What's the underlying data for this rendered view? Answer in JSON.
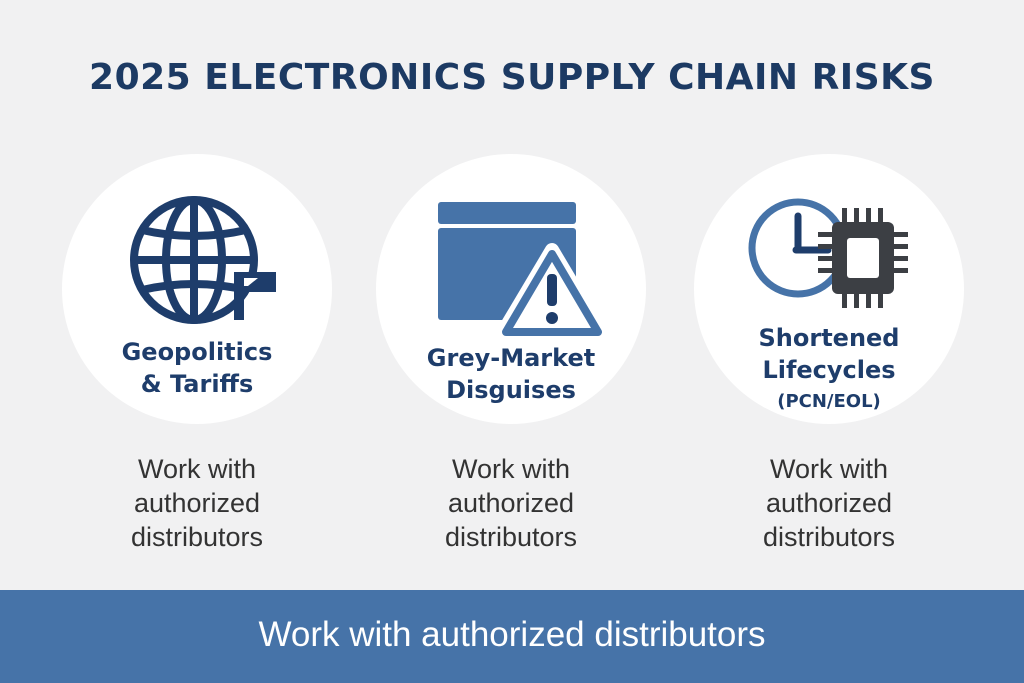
{
  "title": "2025 ELECTRONICS SUPPLY CHAIN RISKS",
  "colors": {
    "title": "#1c3a63",
    "accent_blue": "#4673a8",
    "chip_dark": "#3c3f44",
    "background": "#f1f1f2"
  },
  "cards": [
    {
      "icon": "globe-icon",
      "label_lines": [
        "Geopolitics",
        "& Tariffs"
      ],
      "label_sub": "",
      "text_lines": [
        "Work with",
        "authorized",
        "distributors"
      ]
    },
    {
      "icon": "box-warning-icon",
      "label_lines": [
        "Grey-Market",
        "Disguises"
      ],
      "label_sub": "",
      "text_lines": [
        "Work with",
        "authorized",
        "distributors"
      ]
    },
    {
      "icon": "clock-chip-icon",
      "label_lines": [
        "Shortened",
        "Lifecycles"
      ],
      "label_sub": "(PCN/EOL)",
      "text_lines": [
        "Work with",
        "authorized",
        "distributors"
      ]
    }
  ],
  "footer": {
    "text": "Work with authorized distributors"
  }
}
